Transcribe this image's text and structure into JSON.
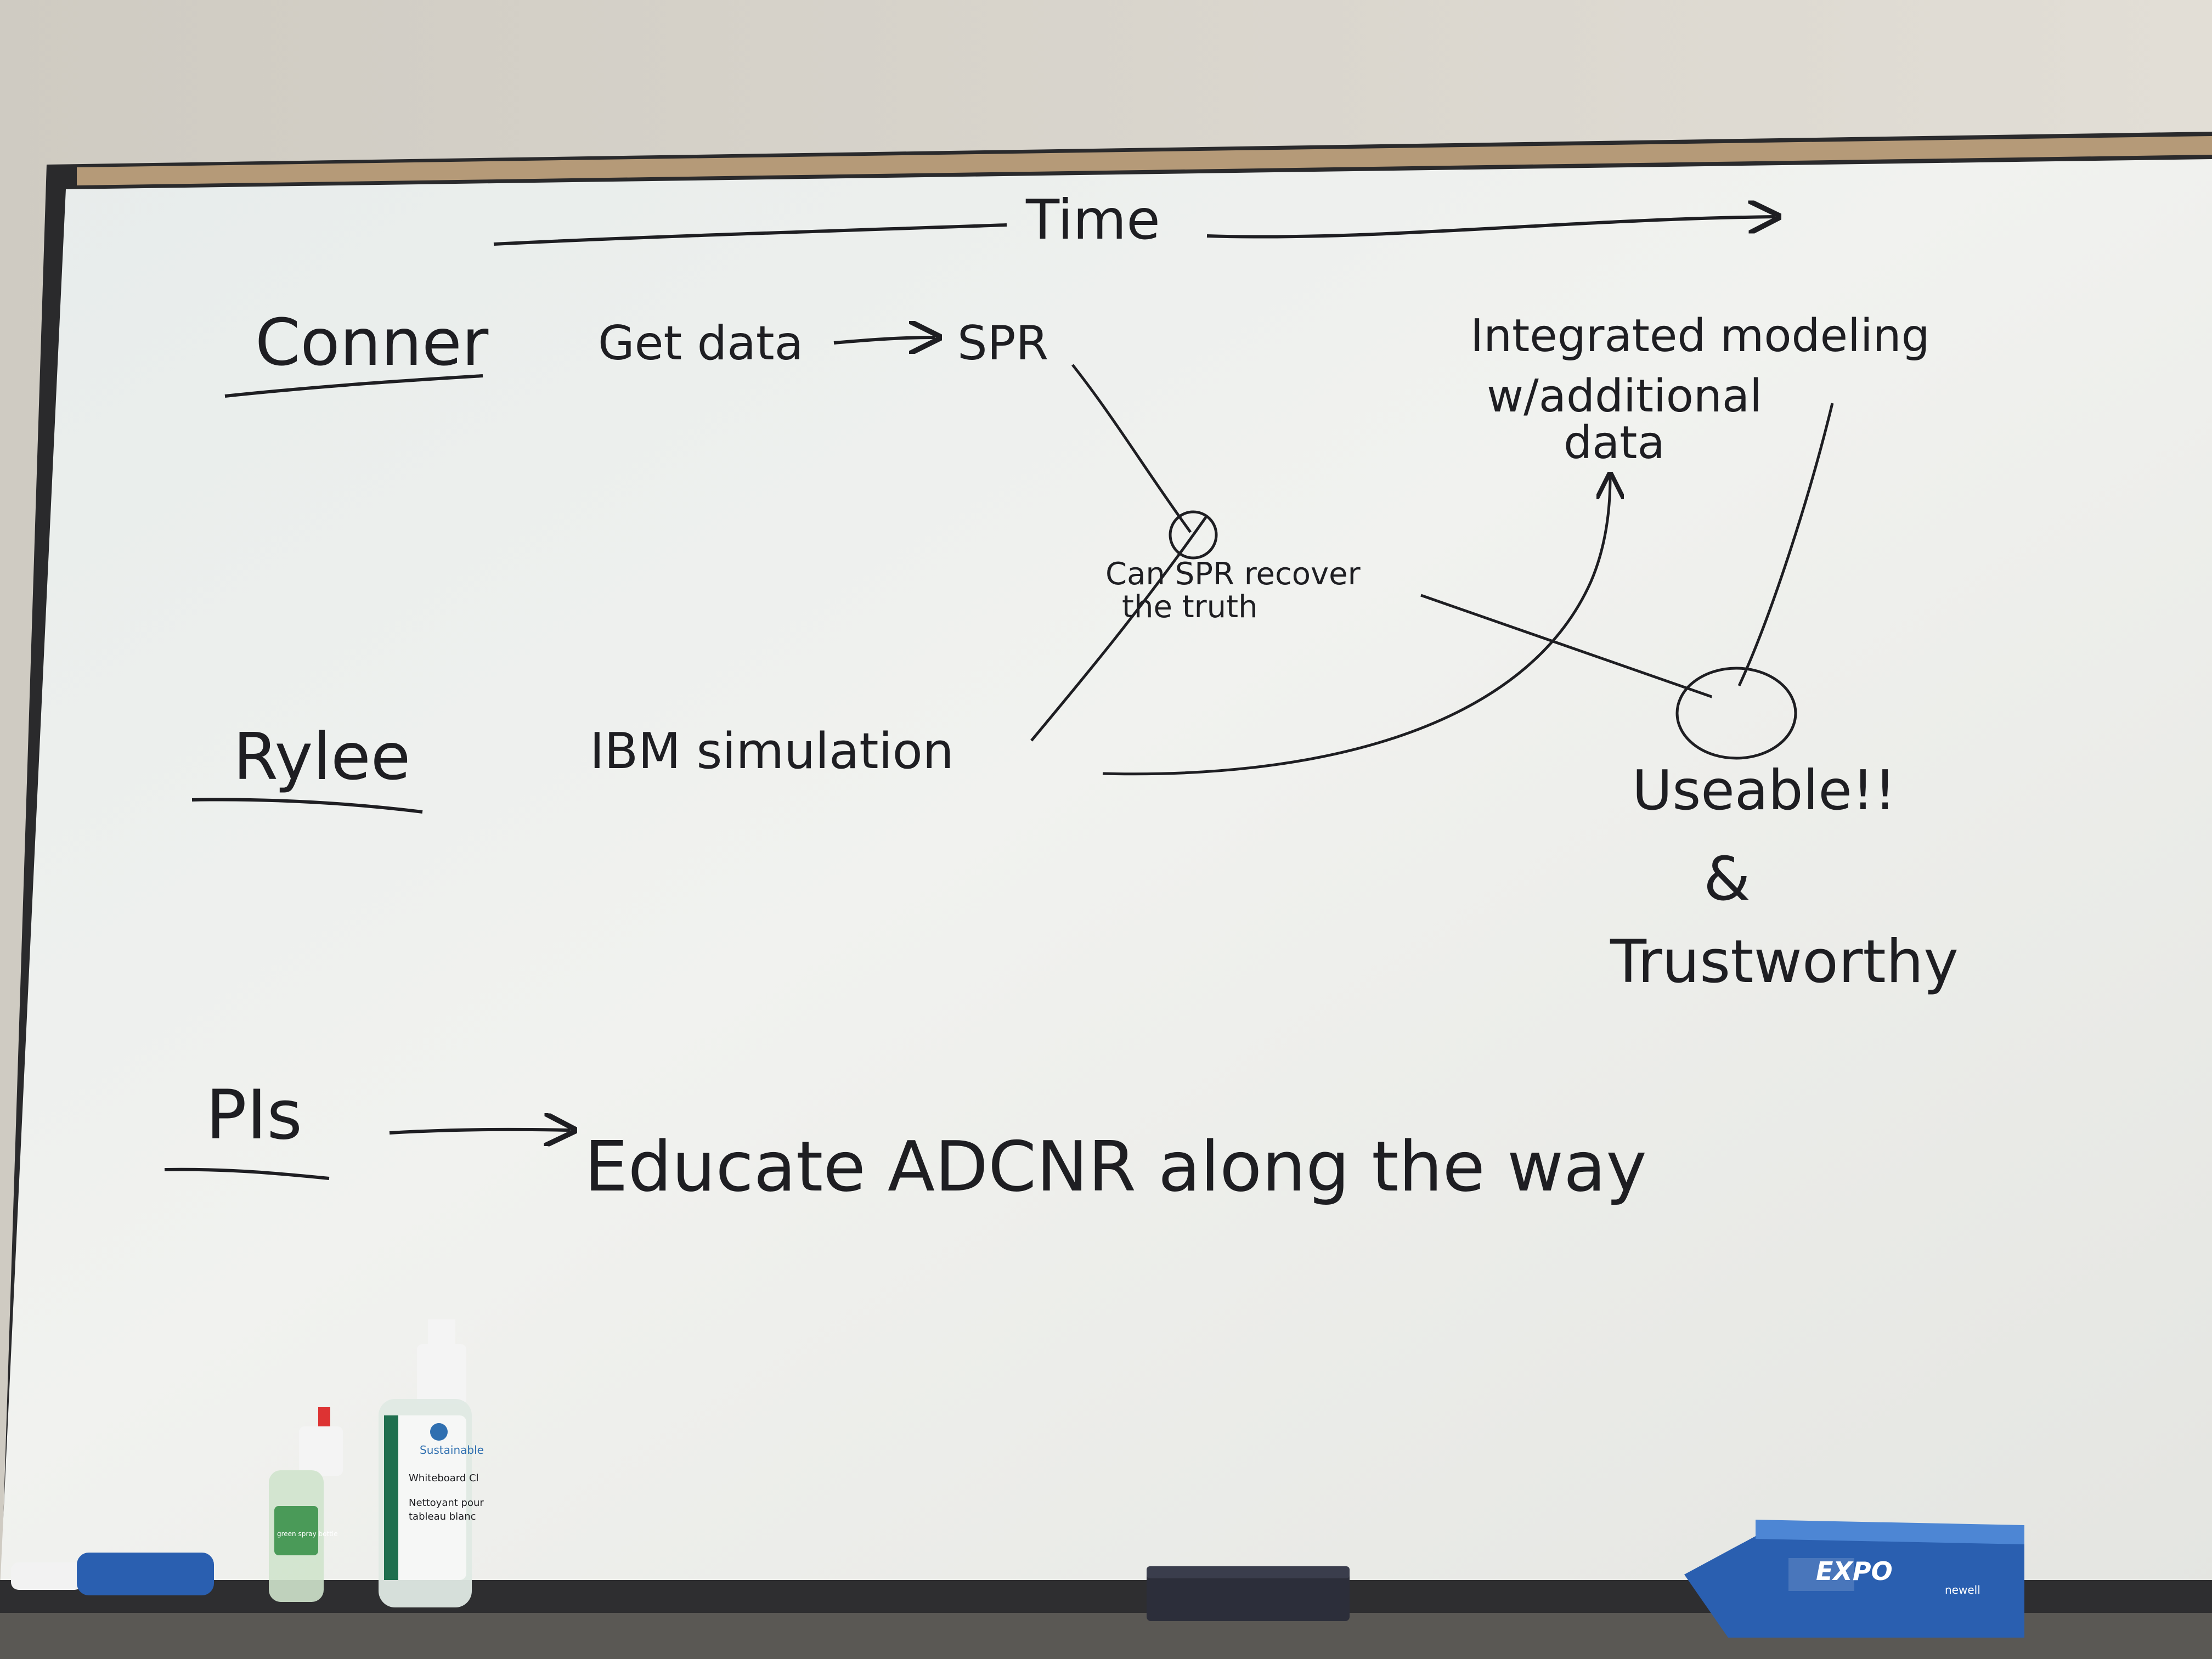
{
  "board": {
    "timeline_label": "Time",
    "rows": [
      {
        "name": "Conner"
      },
      {
        "name": "Rylee"
      },
      {
        "name": "PIs"
      }
    ],
    "nodes": {
      "get_data": "Get data",
      "spr": "SPR",
      "can_spr_line1": "Can SPR recover",
      "can_spr_line2": "the truth",
      "integrated_line1": "Integrated modeling",
      "integrated_line2": "w/additional",
      "integrated_line3": "data",
      "ibm": "IBM simulation",
      "useable": "Useable!!",
      "ampersand": "&",
      "trustworthy": "Trustworthy",
      "educate": "Educate ADCNR along the way"
    }
  },
  "ledge_items": {
    "spray_small_label": "green spray bottle",
    "spray_large_brand": "Sustainable",
    "spray_large_line1": "Whiteboard Cl",
    "spray_large_line2": "Nettoyant pour",
    "spray_large_line3": "tableau blanc",
    "marker_box_brand": "EXPO",
    "marker_box_brand_right": "newell"
  },
  "colors": {
    "ink": "#1e1e22",
    "board": "#eef0ee",
    "frame": "#2a2a2c",
    "cork": "#b59a78",
    "wall": "#d9d6cf",
    "expo_blue": "#2a5fb0"
  }
}
